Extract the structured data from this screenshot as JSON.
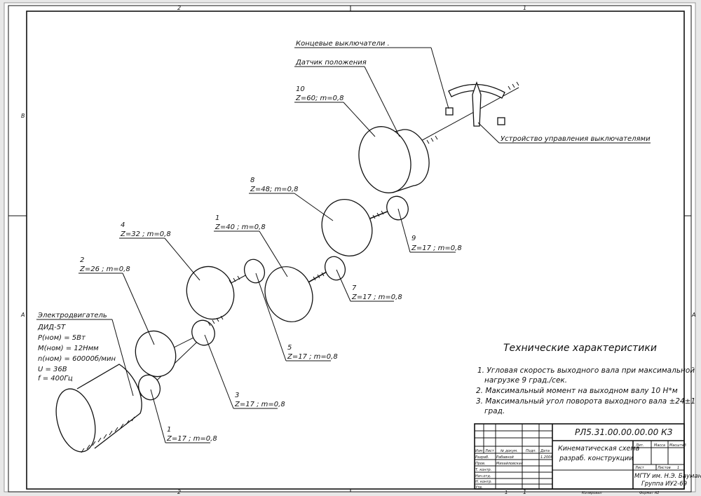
{
  "zones": {
    "top_left": "2",
    "top_right": "1",
    "bottom_left": "2",
    "bottom_right": "1",
    "left_upper": "B",
    "left_lower": "A",
    "right_lower": "A"
  },
  "labels": {
    "limit_switches": "Концевые выключатели .",
    "position_sensor": "Датчик положения",
    "switch_control": "Устройство управления выключателями",
    "g10_num": "10",
    "g10_param": "Z=60; m=0,8",
    "g8_num": "8",
    "g8_param": "Z=48; m=0,8",
    "g9_num": "9",
    "g9_param": "Z=17 ; m=0,8",
    "g7_num": "7",
    "g7_param": "Z=17 ; m=0,8",
    "g6_num": "1",
    "g6_param": "Z=40 ; m=0,8",
    "g5_num": "5",
    "g5_param": "Z=17 ; m=0,8",
    "g4_num": "4",
    "g4_param": "Z=32 ; m=0,8",
    "g3_num": "3",
    "g3_param": "Z=17 ; m=0,8",
    "g2_num": "2",
    "g2_param": "Z=26 ; m=0,8",
    "g1_num": "1",
    "g1_param": "Z=17 ; m=0,8"
  },
  "motor": {
    "title": "Электродвигатель",
    "lines": [
      "ДИД-5Т",
      "P(ном) = 5Вт",
      "M(ном) = 12Нмм",
      "n(ном) = 60000б/мин",
      "U = 36В",
      "f = 400Гц"
    ]
  },
  "specs": {
    "title": "Технические характеристики",
    "lines": [
      "1. Угловая скорость выходного вала при максимальной",
      "нагрузке 9 град./сек.",
      "2. Максимальный момент на выходном валу 10 Н*м",
      "3. Максимальный угол поворота выходного вала ±24±1",
      "град."
    ]
  },
  "title_block": {
    "doc_code": "РЛ5.31.00.00.00.00 КЗ",
    "name_line1": "Кинематическая схема",
    "name_line2": "разраб. конструкции",
    "org_line1": "МГТУ им. Н.Э. Баумана",
    "org_line2": "Группа ИУ2-69",
    "col_headers": [
      "Изм",
      "Лист",
      "№ докум.",
      "Подп.",
      "Дата"
    ],
    "rows": [
      "Разраб.",
      "Пров.",
      "Т. контр.",
      "Нач.отд.",
      "Н. контр.",
      "Утв."
    ],
    "developer": "Рабавной",
    "checker": "Михайловская",
    "date": "1.2006",
    "lit": "Лит.",
    "mass": "Масса",
    "scale": "Масштаб",
    "sheet": "Лист",
    "sheets": "Листов",
    "sheets_value": "1",
    "bottom_num": "1",
    "copied": "Копировал",
    "format": "Формат А2"
  }
}
